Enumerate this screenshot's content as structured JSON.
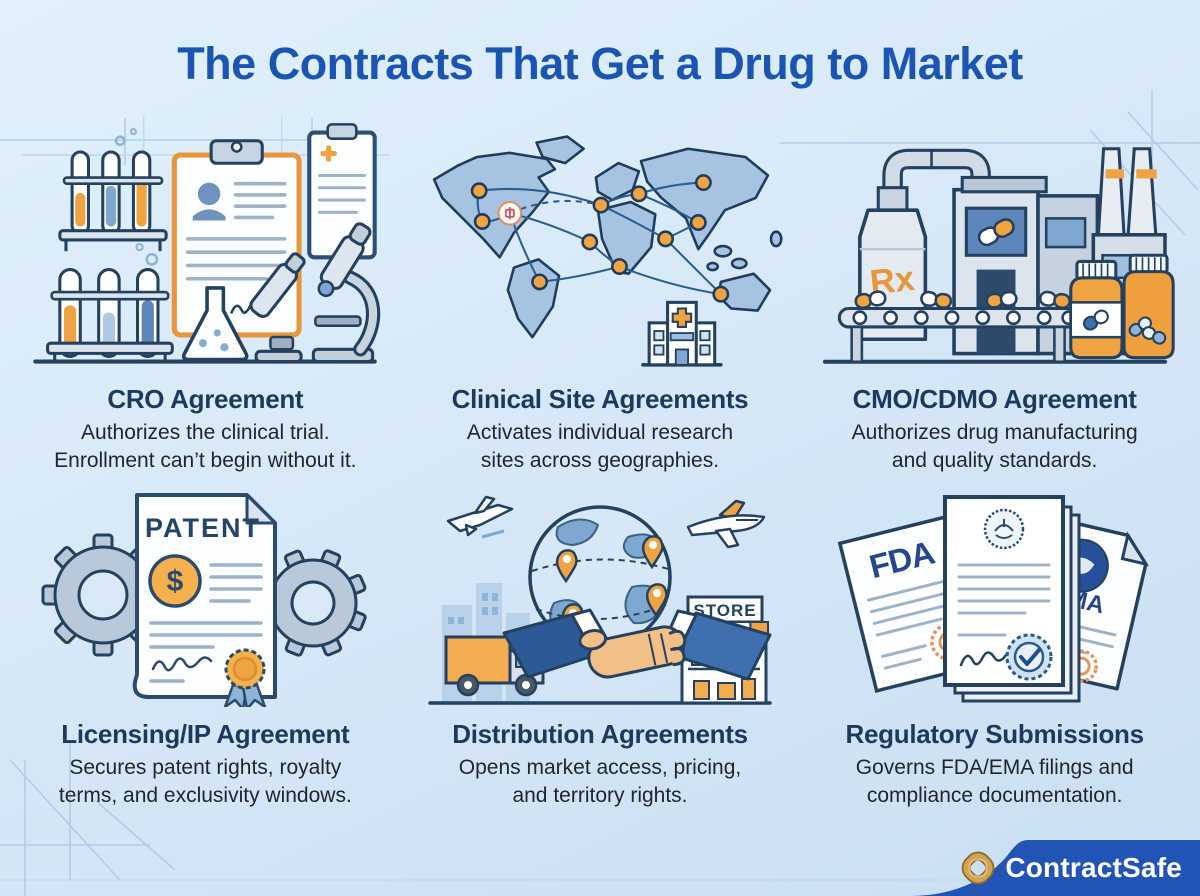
{
  "title": "The Contracts That Get a Drug to Market",
  "panels": [
    {
      "heading": "CRO Agreement",
      "line1": "Authorizes the clinical trial.",
      "line2": "Enrollment can’t begin without it."
    },
    {
      "heading": "Clinical Site Agreements",
      "line1": "Activates individual research",
      "line2": "sites across geographies."
    },
    {
      "heading": "CMO/CDMO Agreement",
      "line1": "Authorizes drug manufacturing",
      "line2": "and quality standards."
    },
    {
      "heading": "Licensing/IP Agreement",
      "line1": "Secures patent rights, royalty",
      "line2": "terms, and exclusivity windows."
    },
    {
      "heading": "Distribution Agreements",
      "line1": "Opens market access, pricing,",
      "line2": "and territory rights."
    },
    {
      "heading": "Regulatory Submissions",
      "line1": "Governs FDA/EMA filings and",
      "line2": "compliance documentation."
    }
  ],
  "labels": {
    "patent": "PATENT",
    "dollar": "$",
    "rx": "Rx",
    "store": "STORE",
    "fda": "FDA",
    "ema": "EMA"
  },
  "footer": {
    "brand": "ContractSafe"
  },
  "colors": {
    "title_blue": "#1b55b3",
    "heading_navy": "#1d3a5e",
    "body_text": "#21262d",
    "background": "#d7e8f8",
    "banner_blue": "#2254b5",
    "accent_orange": "#f0a441",
    "outline_navy": "#24415f",
    "logo_gold": "#d2a351"
  }
}
